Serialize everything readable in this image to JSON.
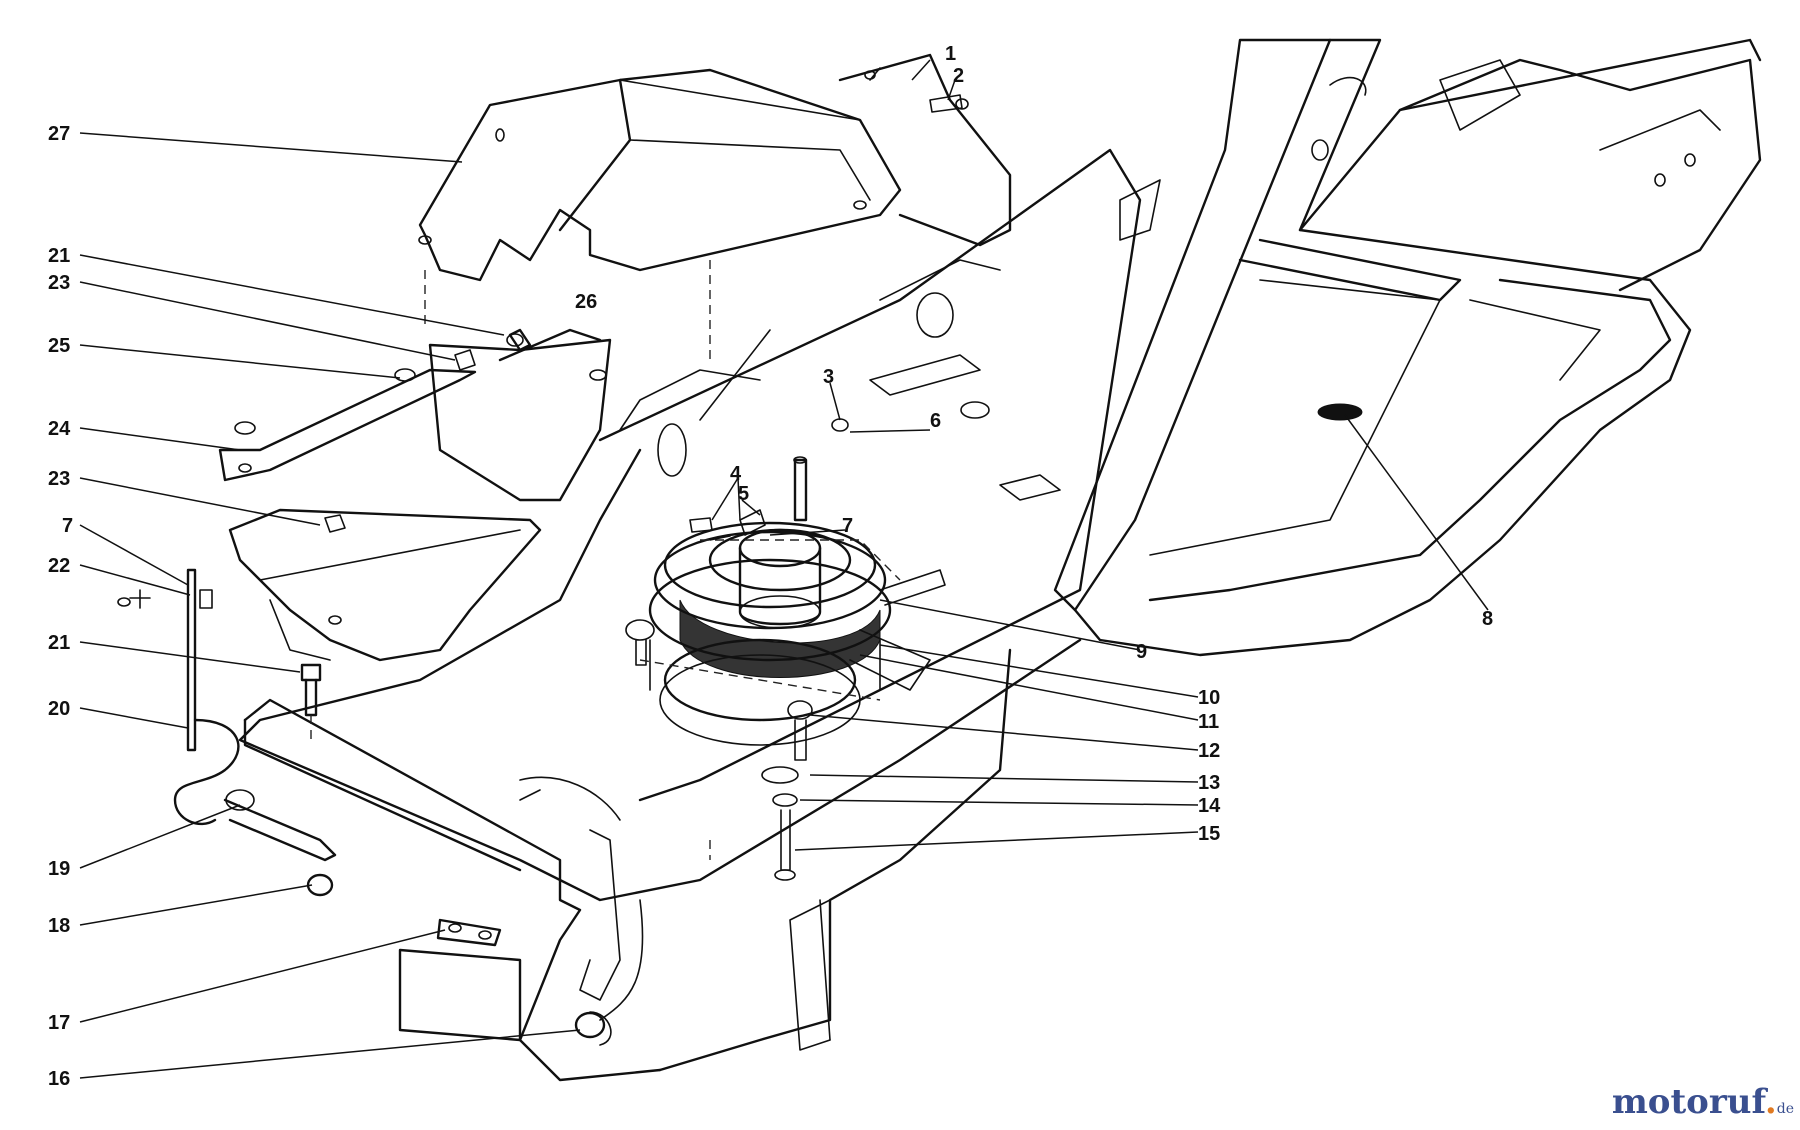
{
  "diagram": {
    "callouts": [
      "1",
      "2",
      "3",
      "4",
      "5",
      "6",
      "7",
      "8",
      "9",
      "10",
      "11",
      "12",
      "13",
      "14",
      "15",
      "16",
      "17",
      "18",
      "19",
      "20",
      "21",
      "22",
      "23",
      "24",
      "25",
      "26",
      "27"
    ],
    "left_labels": [
      "27",
      "21",
      "23",
      "25",
      "24",
      "23",
      "7",
      "22",
      "21",
      "20",
      "19",
      "18",
      "17",
      "16"
    ],
    "right_labels": [
      "1",
      "2",
      "3",
      "6",
      "4",
      "5",
      "7",
      "8",
      "9",
      "10",
      "11",
      "12",
      "13",
      "14",
      "15",
      "26"
    ]
  },
  "watermark": {
    "brand_main": "motoruf",
    "brand_dot": ".",
    "brand_tld": "de"
  }
}
